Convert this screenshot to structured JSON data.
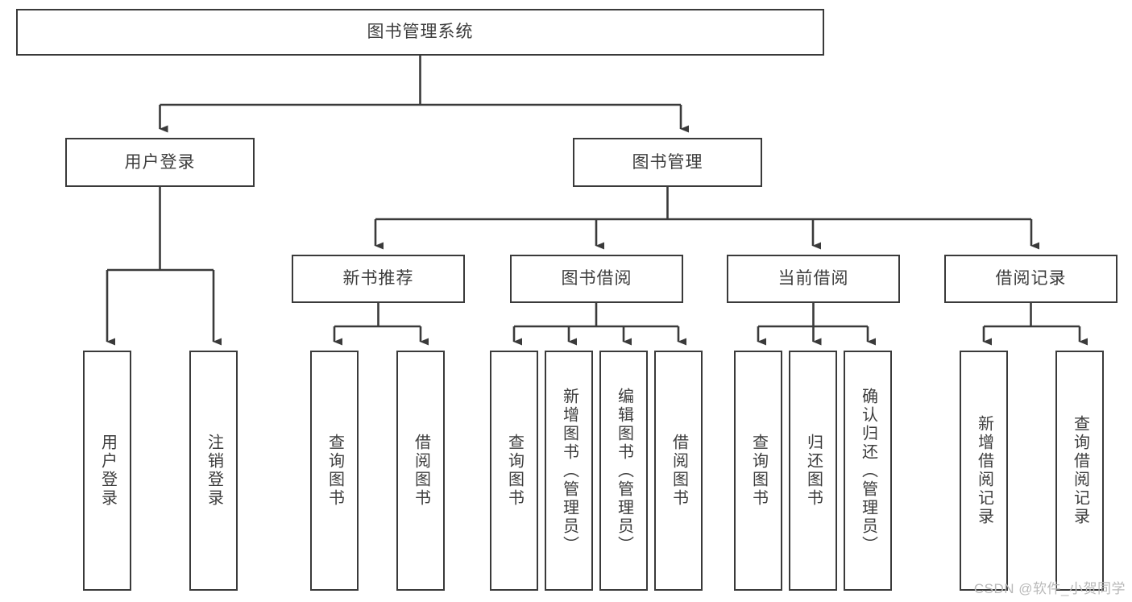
{
  "diagram": {
    "type": "hierarchy-tree",
    "title": "图书管理系统",
    "watermark": "CSDN @软件_小贺同学",
    "colors": {
      "box_border": "#3a3a3a",
      "box_fill": "#ffffff",
      "connector": "#3a3a3a",
      "text": "#3d3d3d",
      "watermark": "#b9b9b9"
    },
    "root": {
      "label": "图书管理系统"
    },
    "level2": [
      {
        "label": "用户登录"
      },
      {
        "label": "图书管理"
      }
    ],
    "level3": [
      {
        "label": "新书推荐"
      },
      {
        "label": "图书借阅"
      },
      {
        "label": "当前借阅"
      },
      {
        "label": "借阅记录"
      }
    ],
    "leaves": {
      "user_login": [
        {
          "label": "用户登录"
        },
        {
          "label": "注销登录"
        }
      ],
      "new_book_recommend": [
        {
          "label": "查询图书"
        },
        {
          "label": "借阅图书"
        }
      ],
      "book_borrow": [
        {
          "label": "查询图书"
        },
        {
          "label": "新增图书（管理员）"
        },
        {
          "label": "编辑图书（管理员）"
        },
        {
          "label": "借阅图书"
        }
      ],
      "current_borrow": [
        {
          "label": "查询图书"
        },
        {
          "label": "归还图书"
        },
        {
          "label": "确认归还（管理员）"
        }
      ],
      "borrow_record": [
        {
          "label": "新增借阅记录"
        },
        {
          "label": "查询借阅记录"
        }
      ]
    }
  }
}
